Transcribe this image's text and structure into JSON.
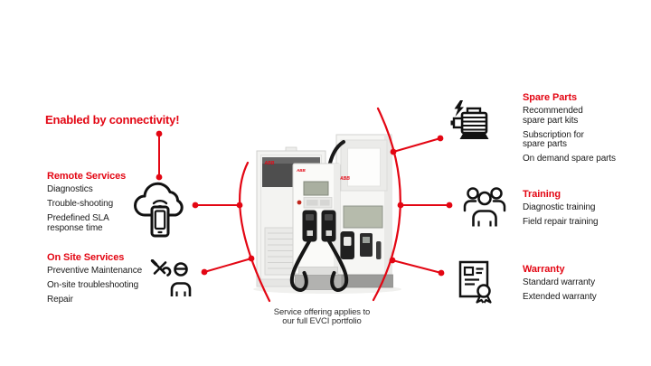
{
  "title": "Enabled by connectivity!",
  "caption": "Service offering applies to\nour full EVCI portfolio",
  "colors": {
    "accent_red": "#e30613",
    "text_black": "#1a1a1a",
    "icon_black": "#111111"
  },
  "chargers": {
    "brand": "ABB"
  },
  "icons": {
    "remote_services": "cloud-smartphone-connectivity-icon",
    "on_site_services": "technician-with-tools-icon",
    "spare_parts": "electric-motor-lightning-icon",
    "training": "people-group-icon",
    "warranty": "certificate-ribbon-icon"
  },
  "sections": {
    "remote_services": {
      "title": "Remote Services",
      "items": [
        "Diagnostics",
        "Trouble-shooting",
        "Predefined SLA\nresponse time"
      ]
    },
    "on_site_services": {
      "title": "On Site Services",
      "items": [
        "Preventive Maintenance",
        "On-site troubleshooting",
        "Repair"
      ]
    },
    "spare_parts": {
      "title": "Spare Parts",
      "items": [
        "Recommended\nspare part kits",
        "Subscription for\nspare parts",
        "On demand spare parts"
      ]
    },
    "training": {
      "title": "Training",
      "items": [
        "Diagnostic training",
        "Field repair training"
      ]
    },
    "warranty": {
      "title": "Warranty",
      "items": [
        "Standard warranty",
        "Extended warranty"
      ]
    }
  }
}
